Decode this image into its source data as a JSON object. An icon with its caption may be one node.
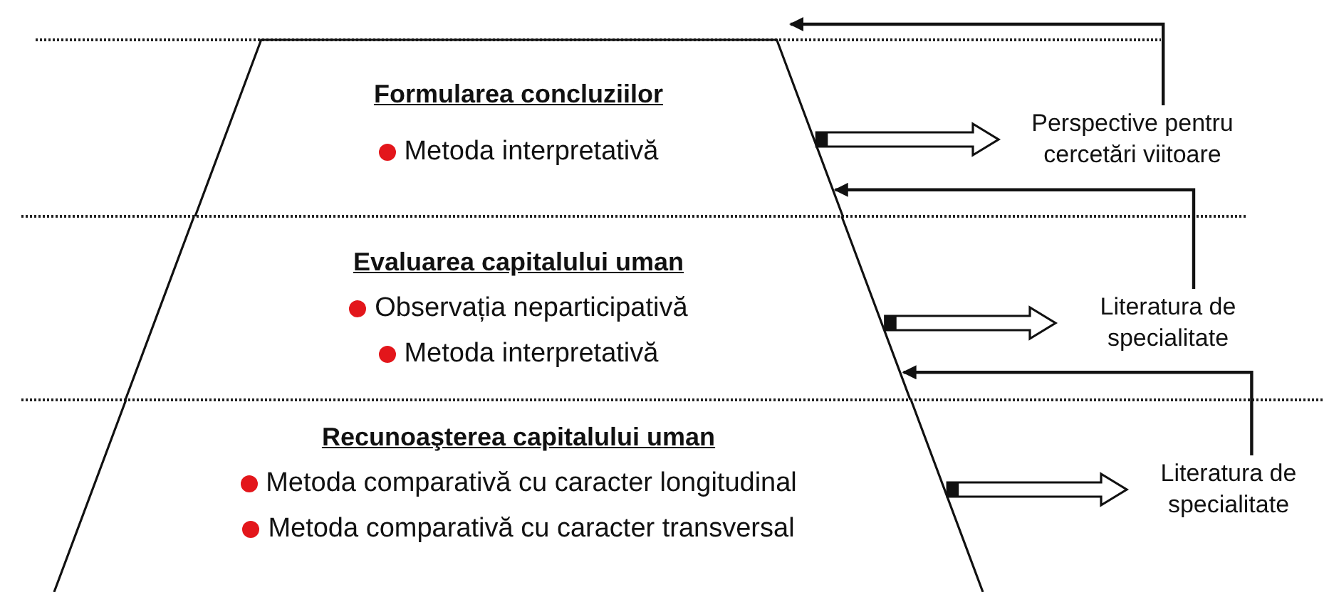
{
  "diagram": {
    "nodes": [
      {
        "text": [
          "Formularea concluziilor",
          "Metoda interpretativă"
        ]
      },
      {
        "text": [
          "Evaluarea capitalului uman",
          "Observația neparticipativă",
          "Metoda interpretativă"
        ]
      },
      {
        "text": [
          "Recunoaşterea capitalului uman",
          "Metoda comparativă cu caracter longitudinal",
          "Metoda comparativă cu caracter transversal"
        ]
      },
      {
        "text": [
          "Perspective pentru cercetări viitoare"
        ]
      },
      {
        "text": [
          "Literatura de specialitate"
        ]
      },
      {
        "text": [
          "Literatura de specialitate"
        ]
      }
    ],
    "edges": [
      {
        "from": 0,
        "to": 3,
        "arrow": "to",
        "style": "thick"
      },
      {
        "from": 1,
        "to": 4,
        "arrow": "to",
        "style": "thick"
      },
      {
        "from": 2,
        "to": 5,
        "arrow": "to",
        "style": "thick"
      },
      {
        "from": 3,
        "to": 0,
        "arrow": "to"
      },
      {
        "from": 4,
        "to": 0,
        "arrow": "to"
      },
      {
        "from": 5,
        "to": 1,
        "arrow": "to"
      }
    ]
  }
}
